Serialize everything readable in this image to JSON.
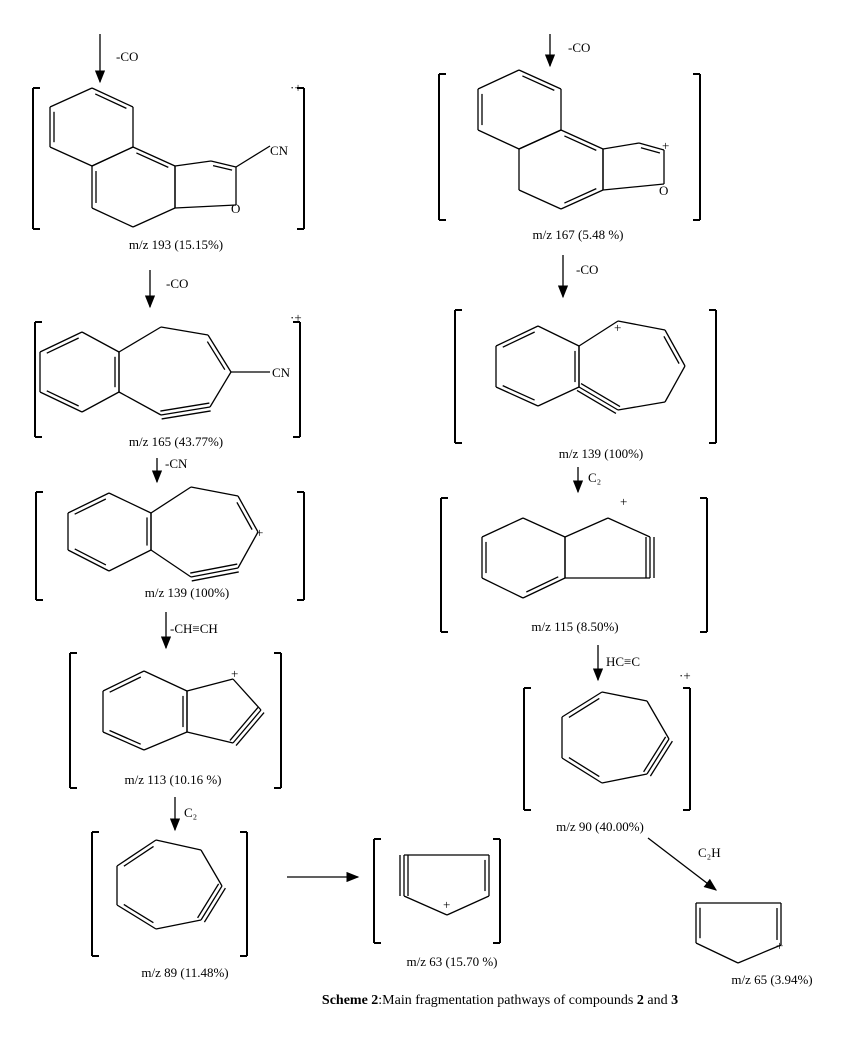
{
  "caption": {
    "bold_prefix": "Scheme 2",
    "text": ":Main fragmentation pathways of compounds ",
    "c1": "2",
    "and": " and ",
    "c2": "3"
  },
  "arrows": {
    "a1": "-CO",
    "a2": "-CO",
    "a3": "-CO",
    "a4": "-CO",
    "a5": "-CN",
    "a6": "C₂",
    "a7": "-CH≡CH",
    "a8": "HC≡C",
    "a9": "C₂",
    "a10": "C₂H"
  },
  "fragments": {
    "f193": "m/z 193 (15.15%)",
    "f167": "m/z 167 (5.48 %)",
    "f165": "m/z 165 (43.77%)",
    "f139r": "m/z 139 (100%)",
    "f139l": "m/z 139 (100%)",
    "f115": "m/z 115 (8.50%)",
    "f113": "m/z 113 (10.16 %)",
    "f90": "m/z 90 (40.00%)",
    "f89": "m/z 89 (11.48%)",
    "f63": "m/z 63 (15.70 %)",
    "f65": "m/z 65 (3.94%)"
  },
  "atoms": {
    "cn": "CN",
    "o": "O",
    "plus": "+",
    "radical_cation": "·+"
  }
}
